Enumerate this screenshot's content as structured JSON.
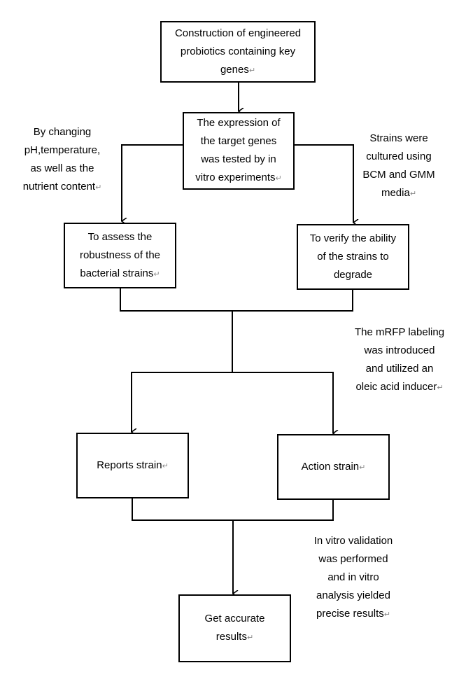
{
  "return_mark": "↵",
  "boxes": {
    "construction": "Construction of engineered\nprobiotics containing key\ngenes",
    "expression": "The expression of\nthe target genes\nwas tested by in\nvitro experiments",
    "robustness": "To assess the\nrobustness of the\nbacterial strains",
    "degrade": "To verify the ability\nof the strains to\ndegrade",
    "reports": "Reports strain",
    "action": "Action strain",
    "accurate": "Get accurate\nresults"
  },
  "notes": {
    "changing": "By changing\npH,temperature,\nas well as the\nnutrient content",
    "media": "Strains were\ncultured using\nBCM and GMM\nmedia",
    "mrfp": "The mRFP labeling\nwas introduced\nand utilized an\noleic acid inducer",
    "validation": "In vitro validation\nwas performed\nand in vitro\nanalysis yielded\nprecise results"
  }
}
